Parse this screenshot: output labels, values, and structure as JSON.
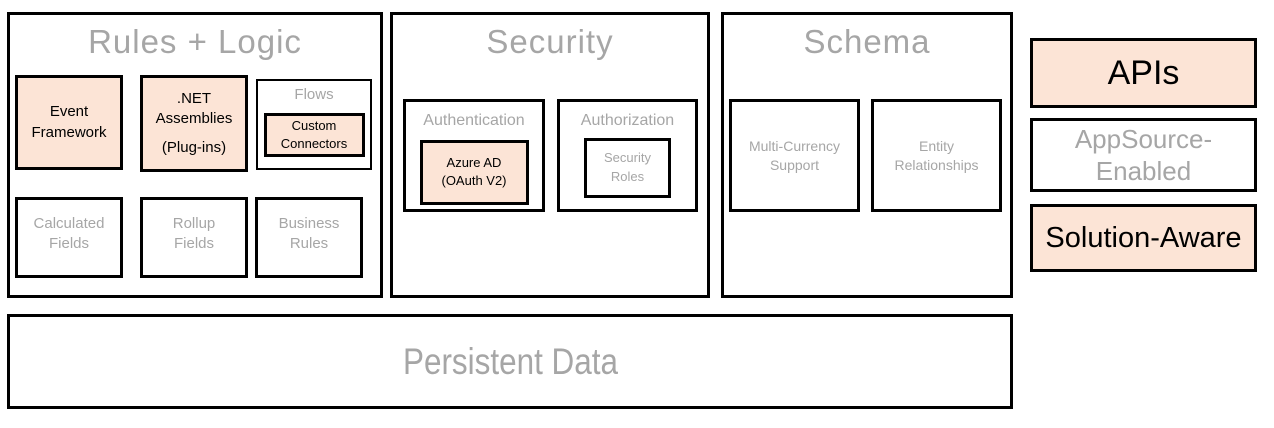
{
  "colors": {
    "highlight_fill": "#FCE4D6",
    "muted_text": "#A6A6A6",
    "border": "#000000"
  },
  "rules_logic": {
    "title": "Rules + Logic",
    "event_framework": "Event Framework",
    "net_assemblies_line1": ".NET Assemblies",
    "net_assemblies_line2": "(Plug-ins)",
    "flows": "Flows",
    "custom_connectors": "Custom Connectors",
    "calculated_fields": "Calculated Fields",
    "rollup_fields": "Rollup Fields",
    "business_rules": "Business Rules"
  },
  "security": {
    "title": "Security",
    "authentication": "Authentication",
    "azure_ad_line1": "Azure AD",
    "azure_ad_line2": "(OAuth V2)",
    "authorization": "Authorization",
    "security_roles": "Security Roles"
  },
  "schema": {
    "title": "Schema",
    "multi_currency": "Multi-Currency Support",
    "entity_relationships": "Entity Relationships"
  },
  "capabilities": {
    "apis": "APIs",
    "appsource_enabled": "AppSource-Enabled",
    "solution_aware": "Solution-Aware"
  },
  "persistent": {
    "title": "Persistent Data"
  }
}
